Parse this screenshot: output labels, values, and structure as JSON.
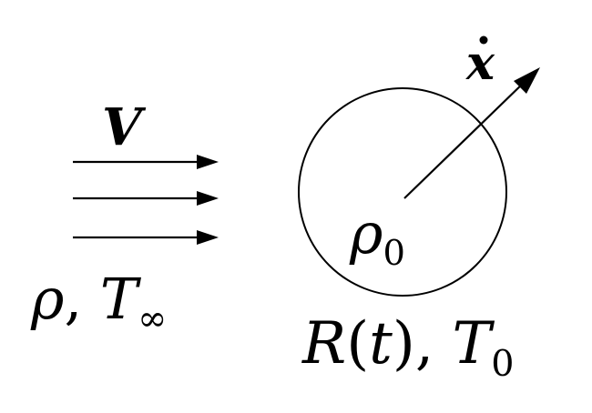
{
  "labels": {
    "velocity": "V",
    "xdot": "x",
    "rho0_main": "ρ",
    "rho0_sub": "0",
    "freestream_rho": "ρ",
    "freestream_sep": ", ",
    "freestream_T": "T",
    "freestream_T_sub": "∞",
    "radius_R": "R",
    "radius_open": "(",
    "radius_t": "t",
    "radius_close": ")",
    "radius_sep": ", ",
    "radius_T": "T",
    "radius_T_sub": "0"
  },
  "colors": {
    "ink": "#000000",
    "background": "#ffffff"
  }
}
